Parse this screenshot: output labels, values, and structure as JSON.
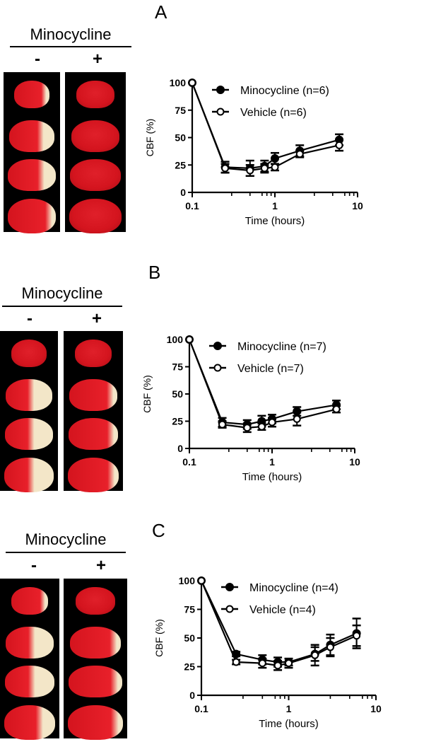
{
  "figure": {
    "panels": [
      {
        "letter": "A",
        "treatment_label": "Minocycline",
        "minus_label": "-",
        "plus_label": "+",
        "brain_sections": {
          "minus": [
            "mild lesion",
            "lesion",
            "lesion",
            "small lesion"
          ],
          "plus": [
            "none",
            "none",
            "none",
            "none"
          ]
        }
      },
      {
        "letter": "B",
        "treatment_label": "Minocycline",
        "minus_label": "-",
        "plus_label": "+",
        "brain_sections": {
          "minus": [
            "none",
            "large lesion",
            "large lesion",
            "large lesion"
          ],
          "plus": [
            "none",
            "small lesion",
            "small lesion",
            "small lesion"
          ]
        }
      },
      {
        "letter": "C",
        "treatment_label": "Minocycline",
        "minus_label": "-",
        "plus_label": "+",
        "brain_sections": {
          "minus": [
            "small lesion",
            "large lesion",
            "large lesion",
            "lesion"
          ],
          "plus": [
            "none",
            "small lesion",
            "small lesion",
            "small lesion"
          ]
        }
      }
    ],
    "colors": {
      "stain_red": "#d4141e",
      "infarct": "#f3e6c8",
      "background": "#000000",
      "ink": "#000000"
    }
  },
  "chart_data": [
    {
      "type": "line",
      "title": "A",
      "xlabel": "Time (hours)",
      "ylabel": "CBF (%)",
      "xscale": "log",
      "xlim": [
        0.1,
        10
      ],
      "ylim": [
        0,
        100
      ],
      "xticks": [
        "0.1",
        "1",
        "10"
      ],
      "yticks": [
        "0",
        "25",
        "50",
        "75",
        "100"
      ],
      "legend_position": "upper right",
      "x": [
        0.1,
        0.25,
        0.5,
        0.75,
        1,
        2,
        6
      ],
      "series": [
        {
          "name": "Minocycline (n=6)",
          "marker": "filled-circle",
          "values": [
            100,
            23,
            22,
            24,
            31,
            38,
            48
          ],
          "errors": [
            0,
            5,
            7,
            5,
            5,
            5,
            5
          ]
        },
        {
          "name": "Vehicle (n=6)",
          "marker": "open-circle",
          "values": [
            100,
            22,
            20,
            22,
            23,
            35,
            43
          ],
          "errors": [
            0,
            4,
            5,
            4,
            3,
            3,
            5
          ]
        }
      ]
    },
    {
      "type": "line",
      "title": "B",
      "xlabel": "Time (hours)",
      "ylabel": "CBF (%)",
      "xscale": "log",
      "xlim": [
        0.1,
        10
      ],
      "ylim": [
        0,
        100
      ],
      "xticks": [
        "0.1",
        "1",
        "10"
      ],
      "yticks": [
        "0",
        "25",
        "50",
        "75",
        "100"
      ],
      "legend_position": "upper right",
      "x": [
        0.1,
        0.25,
        0.5,
        0.75,
        1,
        2,
        6
      ],
      "series": [
        {
          "name": "Minocycline (n=7)",
          "marker": "filled-circle",
          "values": [
            100,
            24,
            22,
            25,
            27,
            34,
            40
          ],
          "errors": [
            0,
            4,
            4,
            5,
            4,
            4,
            4
          ]
        },
        {
          "name": "Vehicle  (n=7)",
          "marker": "open-circle",
          "values": [
            100,
            22,
            19,
            20,
            24,
            27,
            36
          ],
          "errors": [
            0,
            3,
            4,
            3,
            4,
            6,
            3
          ]
        }
      ]
    },
    {
      "type": "line",
      "title": "C",
      "xlabel": "Time (hours)",
      "ylabel": "CBF (%)",
      "xscale": "log",
      "xlim": [
        0.1,
        10
      ],
      "ylim": [
        0,
        100
      ],
      "xticks": [
        "0.1",
        "1",
        "10"
      ],
      "yticks": [
        "0",
        "25",
        "50",
        "75",
        "100"
      ],
      "legend_position": "upper right",
      "x": [
        0.1,
        0.25,
        0.5,
        0.75,
        1,
        2,
        3,
        6
      ],
      "series": [
        {
          "name": "Minocycline (n=4)",
          "marker": "filled-circle",
          "values": [
            100,
            36,
            31,
            29,
            29,
            36,
            44,
            54
          ],
          "errors": [
            0,
            2,
            4,
            4,
            3,
            6,
            9,
            13
          ]
        },
        {
          "name": "Vehicle  (n=4)",
          "marker": "open-circle",
          "values": [
            100,
            29,
            28,
            26,
            28,
            35,
            42,
            52
          ],
          "errors": [
            0,
            2,
            4,
            4,
            4,
            9,
            8,
            9
          ]
        }
      ]
    }
  ]
}
